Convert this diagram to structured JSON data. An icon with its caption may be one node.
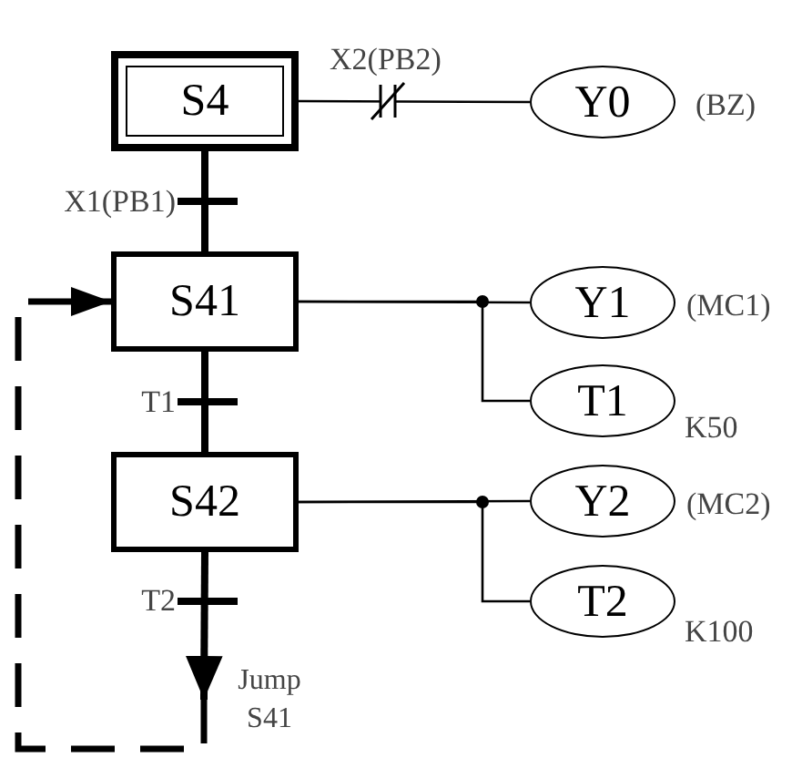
{
  "diagram": {
    "nodes": [
      {
        "text": [
          "S4"
        ]
      },
      {
        "text": [
          "Y0"
        ],
        "beside": [
          "(BZ)"
        ]
      },
      {
        "text": [
          "S41"
        ]
      },
      {
        "text": [
          "Y1"
        ],
        "beside": [
          "(MC1)"
        ]
      },
      {
        "text": [
          "T1"
        ],
        "beside": [
          "K50"
        ]
      },
      {
        "text": [
          "S42"
        ]
      },
      {
        "text": [
          "Y2"
        ],
        "beside": [
          "(MC2)"
        ]
      },
      {
        "text": [
          "T2"
        ],
        "beside": [
          "K100"
        ]
      }
    ],
    "edges": [
      {
        "from": 0,
        "to": 1,
        "arrow": "none",
        "label": "X2(PB2)"
      },
      {
        "from": 0,
        "to": 2,
        "arrow": "none",
        "label": "X1(PB1)",
        "style": "thick"
      },
      {
        "from": 2,
        "to": 3,
        "arrow": "none"
      },
      {
        "from": 2,
        "to": 4,
        "arrow": "none"
      },
      {
        "from": 2,
        "to": 5,
        "arrow": "none",
        "label": "T1",
        "style": "thick"
      },
      {
        "from": 5,
        "to": 6,
        "arrow": "none"
      },
      {
        "from": 5,
        "to": 7,
        "arrow": "none"
      },
      {
        "from": 5,
        "to": null,
        "arrow": "to",
        "label": "T2",
        "style": "thick"
      },
      {
        "from": null,
        "to": 2,
        "arrow": "to",
        "style": "dashed"
      }
    ],
    "labels": [
      "Jump S41"
    ]
  }
}
